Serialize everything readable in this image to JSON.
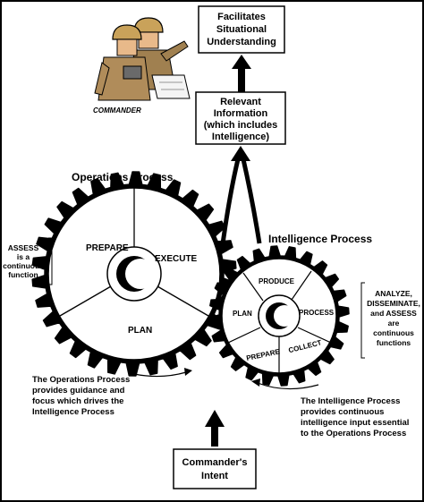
{
  "boxes": {
    "top_line1": "Facilitates",
    "top_line2": "Situational",
    "top_line3": "Understanding",
    "mid_line1": "Relevant",
    "mid_line2": "Information",
    "mid_line3": "(which includes",
    "mid_line4": "Intelligence)",
    "bottom_line1": "Commander's",
    "bottom_line2": "Intent"
  },
  "commander_label": "COMMANDER",
  "operations": {
    "title": "Operations Process",
    "prepare": "PREPARE",
    "execute": "EXECUTE",
    "plan": "PLAN",
    "assess_line1": "ASSESS",
    "assess_line2": "is a",
    "assess_line3": "continuous",
    "assess_line4": "function"
  },
  "intelligence": {
    "title": "Intelligence Process",
    "produce": "PRODUCE",
    "process": "PROCESS",
    "plan": "PLAN",
    "prepare": "PREPARE",
    "collect": "COLLECT",
    "note_line1": "ANALYZE,",
    "note_line2": "DISSEMINATE,",
    "note_line3": "and ASSESS",
    "note_line4": "are",
    "note_line5": "continuous",
    "note_line6": "functions"
  },
  "captions": {
    "ops_line1": "The Operations Process",
    "ops_line2": "provides guidance and",
    "ops_line3": "focus which drives the",
    "ops_line4": "Intelligence Process",
    "intel_line1": "The Intelligence Process",
    "intel_line2": "provides continuous",
    "intel_line3": "intelligence input essential",
    "intel_line4": "to the Operations Process"
  }
}
